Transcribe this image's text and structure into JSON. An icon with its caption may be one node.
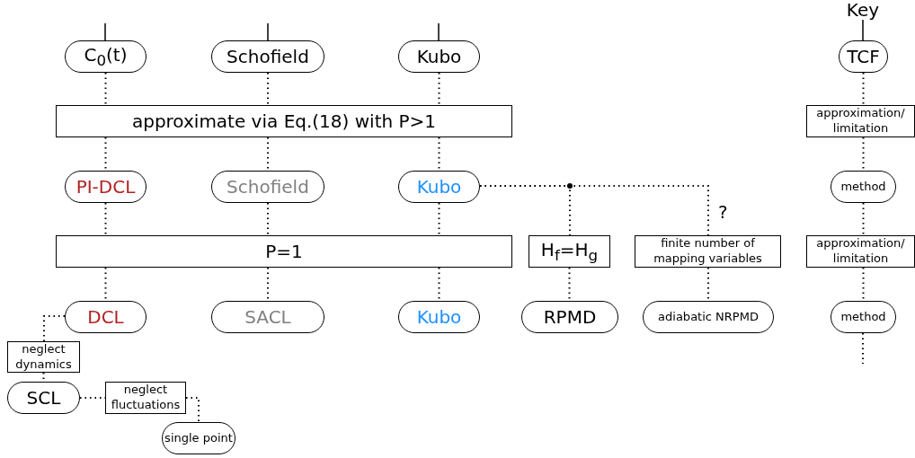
{
  "diagram": {
    "nodes": [
      {
        "text": [
          "C$_{0}$(t)"
        ]
      },
      {
        "text": [
          "Schofield"
        ]
      },
      {
        "text": [
          "Kubo"
        ]
      },
      {
        "text": [
          "approximate via Eq.(18) with P>1"
        ]
      },
      {
        "text": [
          "PI-DCL"
        ]
      },
      {
        "text": [
          "Schofield"
        ]
      },
      {
        "text": [
          "Kubo"
        ]
      },
      {
        "text": [
          "P=1"
        ]
      },
      {
        "text": [
          "H$_{f}$=H$_{g}$"
        ]
      },
      {
        "text": [
          "finite number of mapping variables"
        ]
      },
      {
        "text": [
          "DCL"
        ]
      },
      {
        "text": [
          "SACL"
        ]
      },
      {
        "text": [
          "Kubo"
        ]
      },
      {
        "text": [
          "RPMD"
        ]
      },
      {
        "text": [
          "adiabatic NRPMD"
        ]
      },
      {
        "text": [
          "neglect dynamics"
        ]
      },
      {
        "text": [
          "SCL"
        ]
      },
      {
        "text": [
          "neglect fluctuations"
        ]
      },
      {
        "text": [
          "single point"
        ]
      },
      {
        "text": [
          "Key"
        ]
      },
      {
        "text": [
          "TCF"
        ]
      },
      {
        "text": [
          "approximation/ limitation"
        ]
      },
      {
        "text": [
          "method"
        ]
      },
      {
        "text": [
          "approximation/ limitation"
        ]
      },
      {
        "text": [
          "method"
        ]
      }
    ],
    "edges": [
      {
        "from": null,
        "to": 0,
        "arrow": "none"
      },
      {
        "from": null,
        "to": 1,
        "arrow": "none"
      },
      {
        "from": null,
        "to": 2,
        "arrow": "none"
      },
      {
        "from": 0,
        "to": 3,
        "arrow": "none",
        "style": "dashed"
      },
      {
        "from": 1,
        "to": 3,
        "arrow": "none",
        "style": "dashed"
      },
      {
        "from": 2,
        "to": 3,
        "arrow": "none",
        "style": "dashed"
      },
      {
        "from": 3,
        "to": 4,
        "arrow": "none",
        "style": "dashed"
      },
      {
        "from": 3,
        "to": 5,
        "arrow": "none",
        "style": "dashed"
      },
      {
        "from": 3,
        "to": 6,
        "arrow": "none",
        "style": "dashed"
      },
      {
        "from": 4,
        "to": 7,
        "arrow": "none",
        "style": "dashed"
      },
      {
        "from": 5,
        "to": 7,
        "arrow": "none",
        "style": "dashed"
      },
      {
        "from": 6,
        "to": 7,
        "arrow": "none",
        "style": "dashed"
      },
      {
        "from": 6,
        "to": 8,
        "arrow": "none",
        "style": "dashed"
      },
      {
        "from": 6,
        "to": 9,
        "arrow": "none",
        "style": "dashed",
        "label": "?"
      },
      {
        "from": 7,
        "to": 10,
        "arrow": "none",
        "style": "dashed"
      },
      {
        "from": 7,
        "to": 11,
        "arrow": "none",
        "style": "dashed"
      },
      {
        "from": 7,
        "to": 12,
        "arrow": "none",
        "style": "dashed"
      },
      {
        "from": 8,
        "to": 13,
        "arrow": "none",
        "style": "dashed"
      },
      {
        "from": 9,
        "to": 14,
        "arrow": "none",
        "style": "dashed"
      },
      {
        "from": 10,
        "to": 15,
        "arrow": "none",
        "style": "dashed"
      },
      {
        "from": 15,
        "to": 16,
        "arrow": "none",
        "style": "dashed"
      },
      {
        "from": 16,
        "to": 17,
        "arrow": "none",
        "style": "dashed"
      },
      {
        "from": 17,
        "to": 18,
        "arrow": "none",
        "style": "dashed"
      },
      {
        "from": 19,
        "to": 20,
        "arrow": "none"
      },
      {
        "from": 20,
        "to": 21,
        "arrow": "none",
        "style": "dashed"
      },
      {
        "from": 21,
        "to": 22,
        "arrow": "none",
        "style": "dashed"
      },
      {
        "from": 22,
        "to": 23,
        "arrow": "none",
        "style": "dashed"
      },
      {
        "from": 23,
        "to": 24,
        "arrow": "none",
        "style": "dashed"
      },
      {
        "from": 24,
        "to": null,
        "arrow": "none",
        "style": "dashed"
      }
    ]
  }
}
